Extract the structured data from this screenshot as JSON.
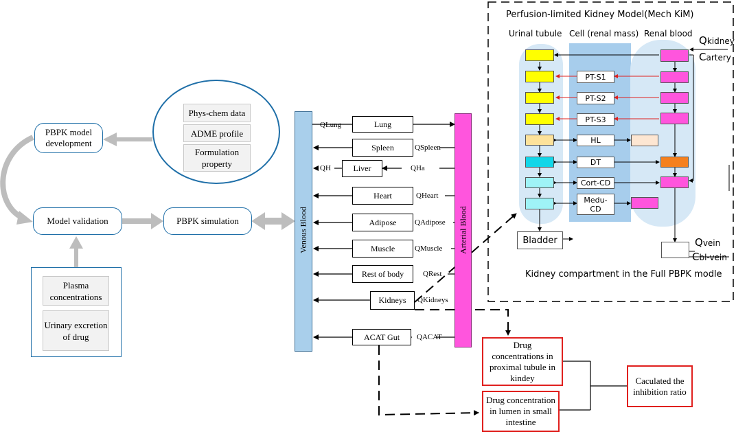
{
  "left": {
    "phys_chem": "Phys-chem data",
    "adme": "ADME profile",
    "formulation": "Formulation property",
    "pbpk_dev": "PBPK model development",
    "model_validation": "Model validation",
    "pbpk_sim": "PBPK simulation",
    "plasma": "Plasma concentrations",
    "urinary": "Urinary excretion of drug"
  },
  "body": {
    "venous": "Venous Blood",
    "arterial": "Arterial Blood",
    "organs": [
      "Lung",
      "Spleen",
      "Liver",
      "Heart",
      "Adipose",
      "Muscle",
      "Rest of body",
      "Kidneys",
      "ACAT Gut"
    ],
    "flows": {
      "qlung": "QLung",
      "qspleen": "QSpleen",
      "qh": "QH",
      "qha": "QHa",
      "qheart": "QHeart",
      "qadipose": "QAdipose",
      "qmuscle": "QMuscle",
      "qrest": "QRest",
      "qkidneys": "QKidneys",
      "qacat": "QACAT"
    }
  },
  "kidney": {
    "title": "Perfusion-limited Kidney Model(Mech KiM)",
    "col_tubule": "Urinal tubule",
    "col_cell": "Cell (renal mass)",
    "col_blood": "Renal blood",
    "cells": [
      "PT-S1",
      "PT-S2",
      "PT-S3",
      "HL",
      "DT",
      "Cort-CD",
      "Medu-CD"
    ],
    "bladder": "Bladder",
    "q_kidney_main": "Q",
    "q_kidney_sub": "kidney",
    "c_artery_main": "C",
    "c_artery_sub": "artery",
    "q_vein_main": "Q",
    "q_vein_sub": "vein",
    "c_vein_main": "C",
    "c_vein_sub": "bl-vein",
    "caption": "Kidney compartment in the Full PBPK modle",
    "colors": {
      "yellow": "#ffff00",
      "magenta": "#ff55dd",
      "peach": "#fde29a",
      "cyan": "#12d6e8",
      "lightcyan": "#9ff3f7",
      "orange": "#f5801e",
      "cream": "#fde6d2",
      "cellband": "#a7cdec",
      "pill": "#d6e8f6"
    }
  },
  "outputs": {
    "drug_pt": "Drug concentrations in proximal tubule in kindey",
    "drug_lumen": "Drug concentration in lumen in small intestine",
    "inhibition": "Caculated the inhibition ratio"
  },
  "colors": {
    "venous": "#a9cfeb",
    "arterial": "#ff55dd",
    "border_blue": "#1f6fa8",
    "red_border": "#e0201e"
  }
}
